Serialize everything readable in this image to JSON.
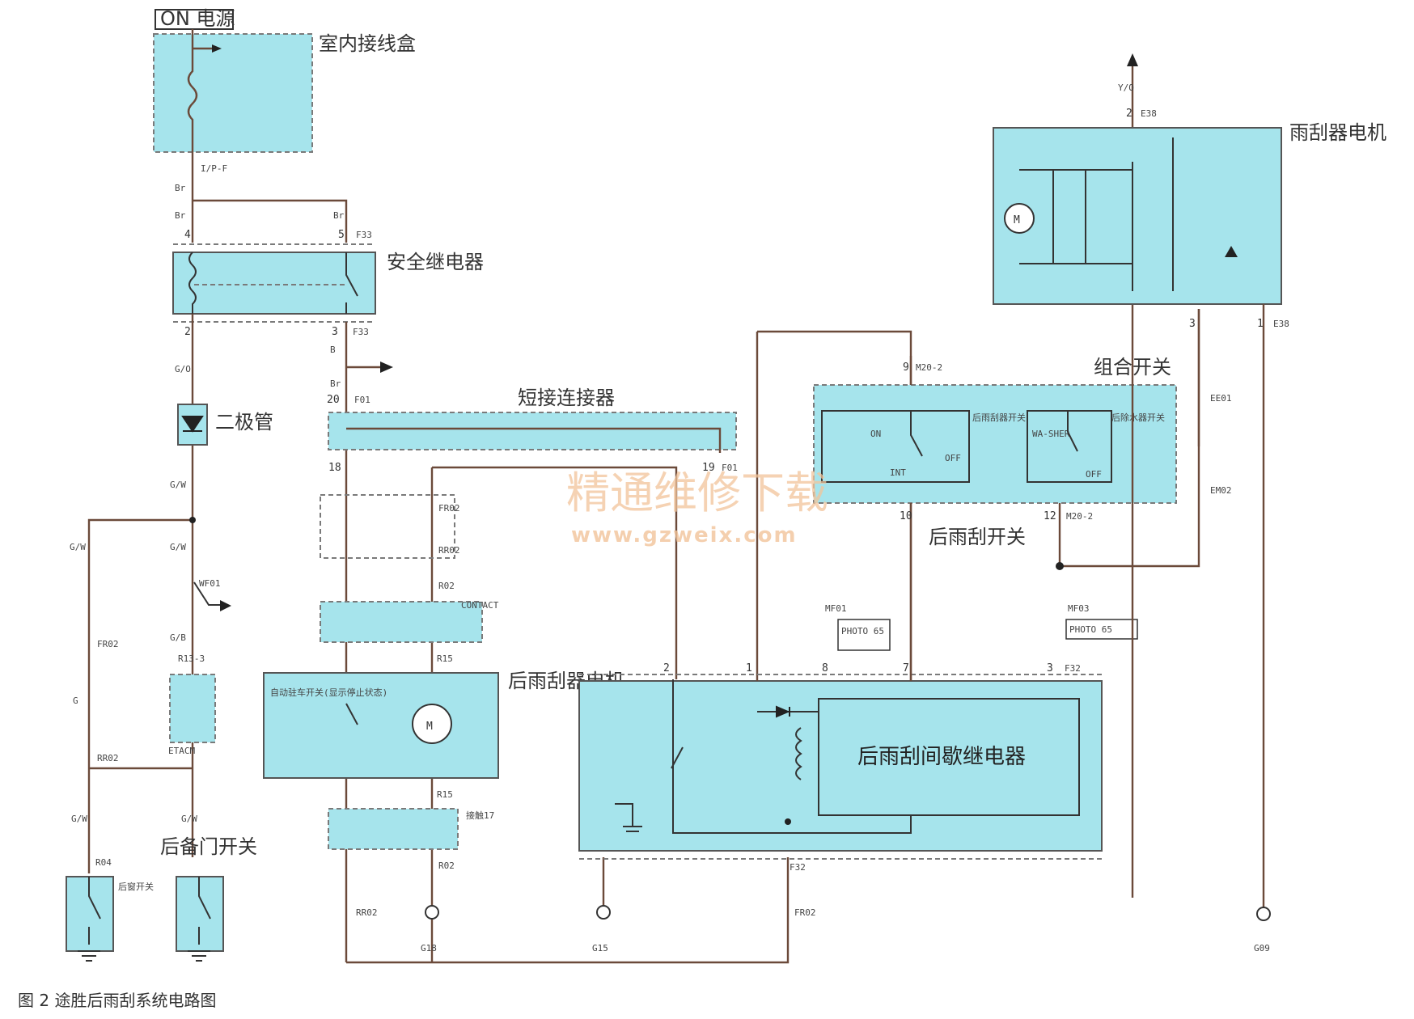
{
  "labels": {
    "on_power": "ON 电源",
    "indoor_junction_box": "室内接线盒",
    "safety_relay": "安全继电器",
    "diode": "二极管",
    "short_connector": "短接连接器",
    "combo_switch": "组合开关",
    "wiper_motor_front": "雨刮器电机",
    "rear_wiper_motor": "后雨刮器电机",
    "rear_wiper_switch": "后雨刮开关",
    "rear_wiper_relay": "后雨刮间歇继电器",
    "rear_gate_switch": "后备门开关",
    "rear_wiper_sw_inner": "后雨刮器开关",
    "rear_washer_sw_inner": "后除水器开关",
    "auto_park_switch": "自动驻车开关(显示停止状态)",
    "glass_switch": "后窗开关",
    "contact": "CONTACT",
    "contact2": "接触17",
    "etacm": "ETACM",
    "sw_on": "ON",
    "sw_int": "INT",
    "sw_off": "OFF",
    "sw_off2": "OFF",
    "washer": "WA-SHER",
    "photo1": "PHOTO 65",
    "photo2": "PHOTO 65"
  },
  "connectors": {
    "ipf": "I/P-F",
    "f33a": "F33",
    "f33b": "F33",
    "f01a": "F01",
    "f01b": "F01",
    "fr02a": "FR02",
    "rr02a": "RR02",
    "r02a": "R02",
    "r15a": "R15",
    "r15b": "R15",
    "r02b": "R02",
    "rr02b": "RR02",
    "mf01": "MF01",
    "mf03": "MF03",
    "f32a": "F32",
    "f32b": "F32",
    "fr02b": "FR02",
    "m20a": "M20-2",
    "m20b": "M20-2",
    "e38a": "E38",
    "e38b": "E38",
    "ee01": "EE01",
    "em02": "EM02",
    "wf01": "WF01",
    "r1313": "R13-3",
    "fr02c": "FR02",
    "rr02c": "RR02",
    "r04": "R04"
  },
  "grounds": {
    "g18": "G18",
    "g15": "G15",
    "g09": "G09"
  },
  "caption": "图 2   途胜后雨刮系统电路图",
  "watermark": {
    "cn": "精通维修下载",
    "url": "www.gzweix.com"
  }
}
